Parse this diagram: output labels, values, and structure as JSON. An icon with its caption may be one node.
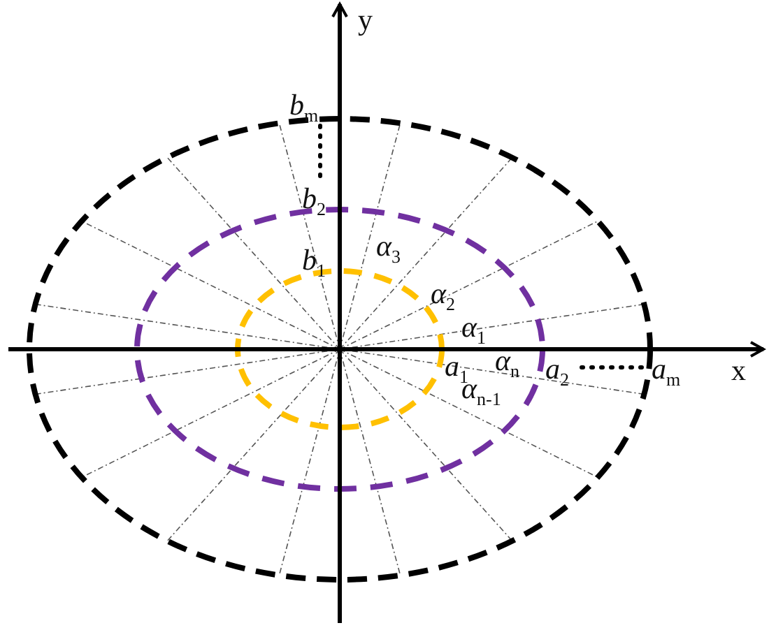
{
  "diagram": {
    "labels": [
      "y",
      "b$_{m}$",
      "b$_{2}$",
      "b$_{1}$",
      "α$_{3}$",
      "α$_{2}$",
      "α$_{1}$",
      "a$_{1}$",
      "α$_{n}$",
      "a$_{2}$",
      "a$_{m}$",
      "x",
      "α$_{n-1}$"
    ]
  }
}
